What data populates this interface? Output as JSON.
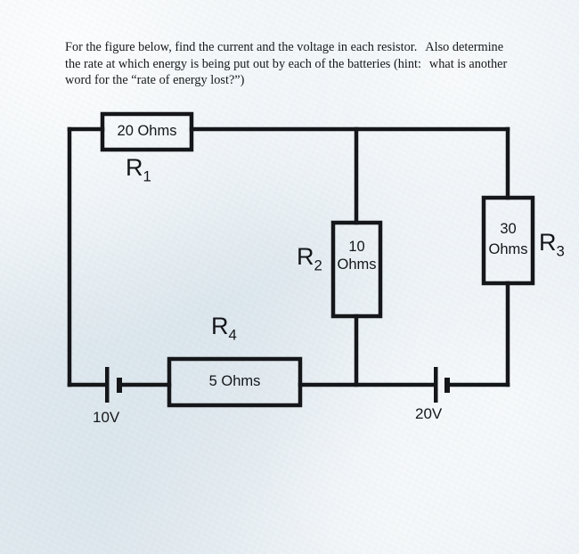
{
  "worksheet": {
    "prompt_line_1": "For the figure below, find the current and the voltage in each resistor.",
    "prompt_line_1b": "Also determine",
    "prompt_line_2": "the rate at which energy is being put out by each of the batteries (hint:",
    "prompt_line_2b": "what is another",
    "prompt_line_3": "word for the “rate of energy lost?”)"
  },
  "circuit": {
    "ink_color": "#141619",
    "paper_color": "#e9eef2",
    "components": [
      {
        "id": "R1",
        "kind": "resistor",
        "name": "R",
        "subscript": "1",
        "value_text": "20 Ohms",
        "orientation": "horizontal",
        "label_position": "below"
      },
      {
        "id": "R2",
        "kind": "resistor",
        "name": "R",
        "subscript": "2",
        "value_line_1": "10",
        "value_line_2": "Ohms",
        "orientation": "vertical",
        "label_position": "left"
      },
      {
        "id": "R3",
        "kind": "resistor",
        "name": "R",
        "subscript": "3",
        "value_line_1": "30",
        "value_line_2": "Ohms",
        "orientation": "vertical",
        "label_position": "right"
      },
      {
        "id": "R4",
        "kind": "resistor",
        "name": "R",
        "subscript": "4",
        "value_text": "5 Ohms",
        "orientation": "horizontal",
        "label_position": "above"
      },
      {
        "id": "B1",
        "kind": "battery",
        "value_text": "10V",
        "orientation": "horizontal",
        "label_position": "below"
      },
      {
        "id": "B2",
        "kind": "battery",
        "value_text": "20V",
        "orientation": "horizontal",
        "label_position": "below"
      }
    ]
  }
}
